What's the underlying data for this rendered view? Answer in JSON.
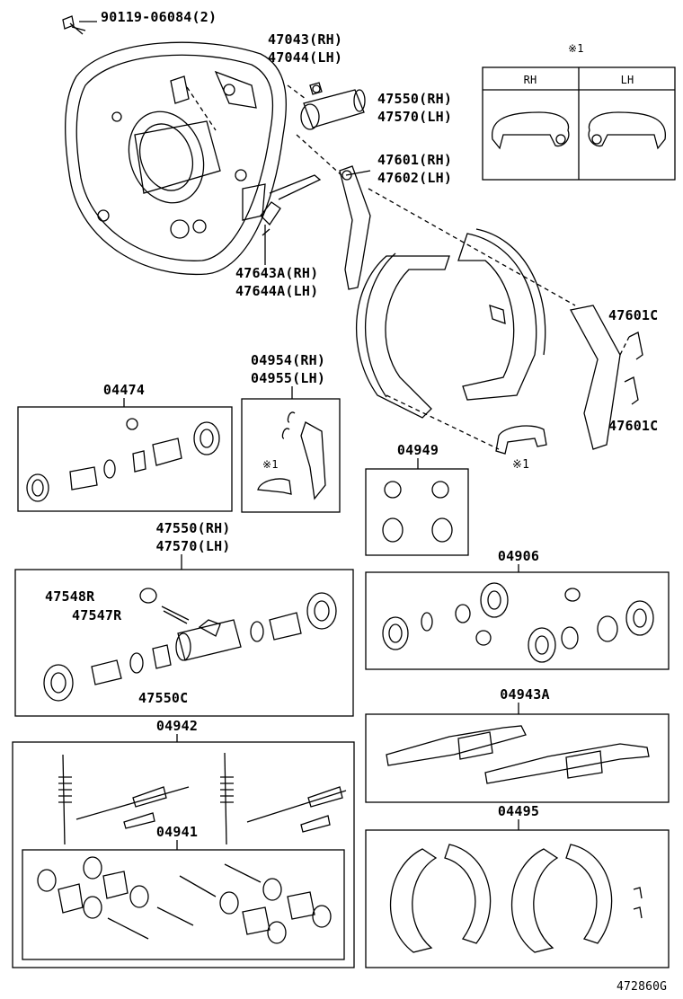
{
  "labels": {
    "bolt": "90119-06084(2)",
    "plate_rh": "47043(RH)",
    "plate_lh": "47044(LH)",
    "cyl_top_rh": "47550(RH)",
    "cyl_top_lh": "47570(LH)",
    "lever_rh": "47601(RH)",
    "lever_lh": "47602(LH)",
    "strut_rh": "47643A(RH)",
    "strut_lh": "47644A(LH)",
    "clip1": "47601C",
    "clip2": "47601C",
    "kit_04474": "04474",
    "kit_04954_rh": "04954(RH)",
    "kit_04955_lh": "04955(LH)",
    "kit_04949": "04949",
    "cyl_rh": "47550(RH)",
    "cyl_lh": "47570(LH)",
    "bleeder_cap": "47548R",
    "bleeder": "47547R",
    "spring_cyl": "47550C",
    "kit_04906": "04906",
    "kit_04943A": "04943A",
    "kit_04942": "04942",
    "kit_04941": "04941",
    "kit_04495": "04495",
    "note_mark_1": "※1",
    "note_mark_2": "※1",
    "note_mark_3": "※1",
    "diagram_code": "472860G"
  },
  "note_table": {
    "mark": "※1",
    "col_rh": "RH",
    "col_lh": "LH"
  },
  "colors": {
    "line": "#000000",
    "background": "#ffffff"
  }
}
